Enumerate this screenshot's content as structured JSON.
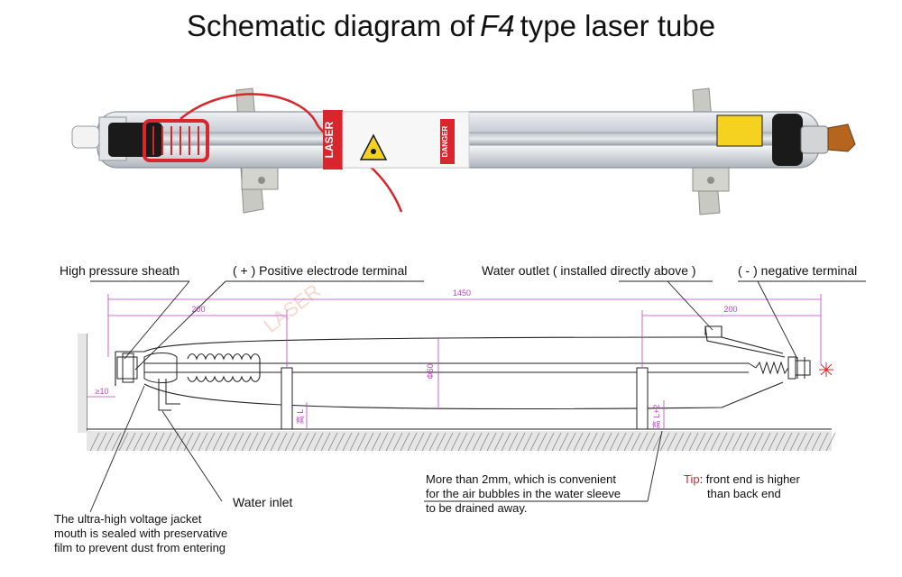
{
  "title": {
    "prefix": "Schematic diagram of",
    "model": "F4",
    "suffix": "type laser tube"
  },
  "photo": {
    "band_text": "LASER",
    "warning_text": "DANGER",
    "colors": {
      "glass": "#d9dde2",
      "red": "#d8262c",
      "black": "#1a1a1a",
      "bracket": "#c7c7c2",
      "yellow": "#f4d21f"
    }
  },
  "labels": {
    "high_pressure_sheath": "High pressure sheath",
    "positive_terminal": "( + ) Positive electrode terminal",
    "water_outlet": "Water outlet ( installed directly above )",
    "negative_terminal": "( - ) negative terminal",
    "water_inlet": "Water inlet"
  },
  "notes": {
    "jacket_lines": [
      "The ultra-high voltage jacket",
      "mouth is sealed with preservative",
      "film to prevent dust from entering"
    ],
    "bubbles_lines": [
      "More than 2mm, which is convenient",
      "for the air bubbles in the water sleeve",
      "to be drained away."
    ],
    "tip_key": "Tip",
    "tip_lines": [
      ": front end is higher",
      "than back end"
    ]
  },
  "dimensions": {
    "total": "1450",
    "left_support": "200",
    "right_support": "200",
    "diameter": "Φ60",
    "end_gap": "≥10",
    "height_left": "高 L",
    "height_right": "高 L+2",
    "color": "#c040c8"
  },
  "watermark": "LASER"
}
